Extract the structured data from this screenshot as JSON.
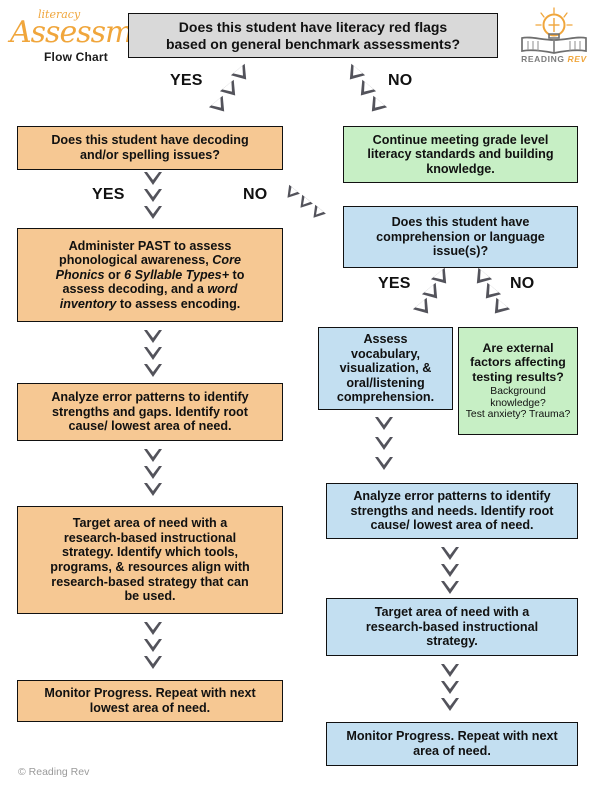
{
  "document": {
    "title": "Literacy Assessment Flow Chart",
    "footer_copyright": "© Reading Rev",
    "colors": {
      "orange": "#f6c893",
      "blue": "#c3dff1",
      "green": "#c7efc5",
      "grey": "#d9d9d9",
      "arrow": "#53535b",
      "brand_orange": "#f0a63c",
      "text": "#111111"
    }
  },
  "brand": {
    "logo_left": {
      "script_small": "literacy",
      "script_large": "Assessment",
      "subtitle": "Flow Chart"
    },
    "logo_right": {
      "icon": "lightbulb-over-open-book-icon",
      "name_primary": "READING",
      "name_secondary": "REV"
    }
  },
  "flow": {
    "start": {
      "id": "start",
      "color": "grey",
      "lines": [
        "Does this student have literacy red flags",
        "based on general benchmark assessments?"
      ]
    },
    "branch_labels": {
      "yes": "YES",
      "no": "NO"
    },
    "left_column": [
      {
        "id": "decoding-question",
        "color": "orange",
        "lines": [
          "Does this student have decoding",
          "and/or spelling issues?"
        ]
      },
      {
        "id": "administer-past",
        "color": "orange",
        "lines": [
          "Administer PAST to assess",
          "phonological awareness, Core",
          "Phonics or 6 Syllable Types+ to",
          "assess decoding, and a word",
          "inventory to assess encoding."
        ]
      },
      {
        "id": "analyze-error-patterns-left",
        "color": "orange",
        "lines": [
          "Analyze error patterns to identify",
          "strengths and gaps. Identify root",
          "cause/ lowest area of need."
        ]
      },
      {
        "id": "target-area-left",
        "color": "orange",
        "lines": [
          "Target area of need with a",
          "research-based instructional",
          "strategy. Identify which tools,",
          "programs, & resources align with",
          "research-based strategy that can",
          "be used."
        ]
      },
      {
        "id": "monitor-progress-left",
        "color": "orange",
        "lines": [
          "Monitor Progress. Repeat with next",
          "lowest area of need."
        ]
      }
    ],
    "right_column": [
      {
        "id": "continue-grade-level",
        "color": "green",
        "lines": [
          "Continue meeting grade level",
          "literacy standards and building",
          "knowledge."
        ]
      },
      {
        "id": "comprehension-question",
        "color": "blue",
        "lines": [
          "Does this student have",
          "comprehension or language",
          "issue(s)?"
        ]
      },
      {
        "id": "assess-vocabulary",
        "color": "blue",
        "lines": [
          "Assess",
          "vocabulary,",
          "visualization, &",
          "oral/listening",
          "comprehension."
        ]
      },
      {
        "id": "external-factors",
        "color": "green",
        "lines": [
          "Are external",
          "factors affecting",
          "testing results?"
        ],
        "sublines": [
          "Background",
          "knowledge?",
          "Test anxiety? Trauma?"
        ]
      },
      {
        "id": "analyze-error-patterns-right",
        "color": "blue",
        "lines": [
          "Analyze error patterns to identify",
          "strengths and needs. Identify root",
          "cause/ lowest area of need."
        ]
      },
      {
        "id": "target-area-right",
        "color": "blue",
        "lines": [
          "Target area of need with a",
          "research-based instructional",
          "strategy."
        ]
      },
      {
        "id": "monitor-progress-right",
        "color": "blue",
        "lines": [
          "Monitor Progress. Repeat with next",
          "area of need."
        ]
      }
    ]
  }
}
